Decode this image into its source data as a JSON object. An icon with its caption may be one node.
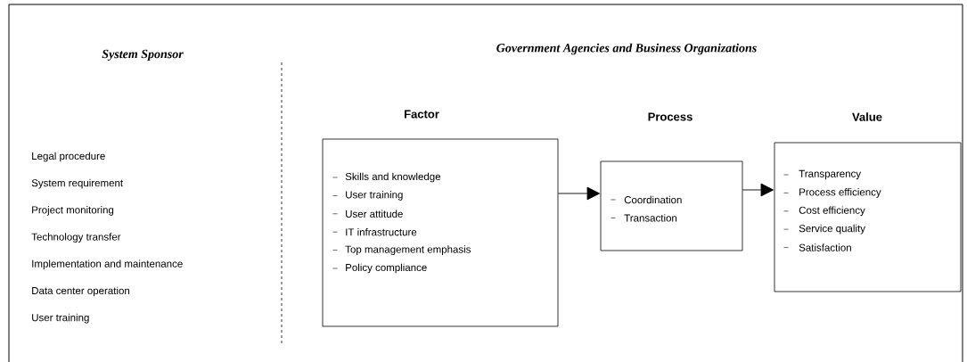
{
  "diagram": {
    "title": "Government Agencies and Business Organizations",
    "nodes": [
      {
        "text": [
          "Factor",
          "Skills and knowledge",
          "User training",
          "User attitude",
          "IT infrastructure",
          "Top management emphasis",
          "Policy compliance"
        ]
      },
      {
        "text": [
          "Process",
          "Coordination",
          "Transaction"
        ]
      },
      {
        "text": [
          "Value",
          "Transparency",
          "Process efficiency",
          "Cost efficiency",
          "Service quality",
          "Satisfaction"
        ]
      }
    ],
    "edges": [
      {
        "from": 0,
        "to": 1,
        "arrow": "to"
      },
      {
        "from": 1,
        "to": 2,
        "arrow": "to"
      }
    ],
    "labels": [
      "System Sponsor",
      "Legal procedure",
      "System requirement",
      "Project monitoring",
      "Technology transfer",
      "Implementation and maintenance",
      "Data center operation",
      "User training"
    ]
  }
}
